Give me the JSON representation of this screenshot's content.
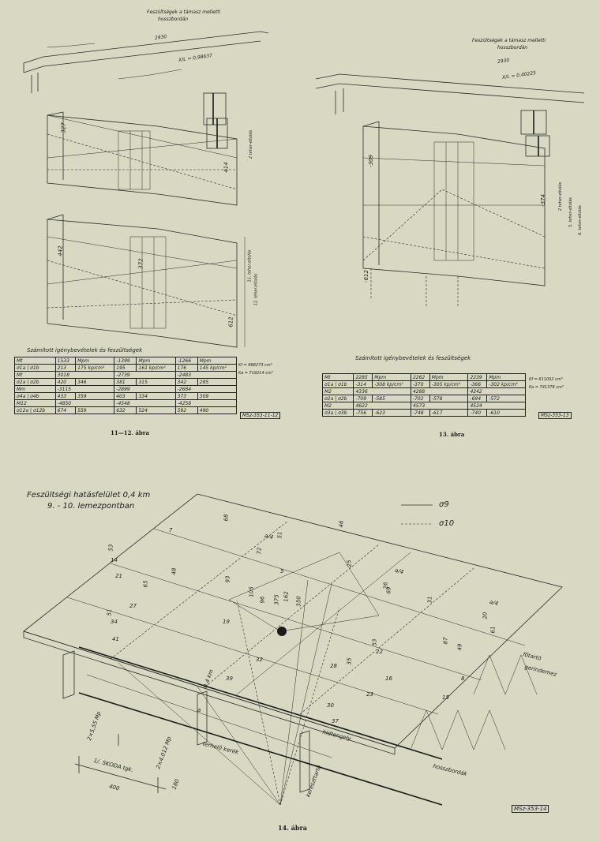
{
  "fig11_12": {
    "heading_l1": "Feszültségek a támasz melletti",
    "heading_l2": "hosszbordán",
    "span": "2930",
    "x_ratio": "X/L = 0,98637",
    "section_labels": [
      "2 teher-eltolás",
      "11. teher-eltolás",
      "12. teher-eltolás"
    ],
    "table_title": "Számított igénybevételek és feszültségek",
    "rows": [
      [
        "Mt",
        "1533",
        "Mpm",
        "-1399",
        "Mpm",
        "-1266",
        "Mpm"
      ],
      [
        "σ1a | σ1b",
        "213",
        "175 kp/cm²",
        "195",
        "161 kp/cm²",
        "176",
        "145 kp/cm²"
      ],
      [
        "Mt",
        "3018",
        "",
        "-2739",
        "",
        "-2483",
        ""
      ],
      [
        "σ2a | σ2b",
        "420",
        "346",
        "381",
        "315",
        "342",
        "285"
      ],
      [
        "Mm",
        "-3115",
        "",
        "-2899",
        "",
        "-2684",
        ""
      ],
      [
        "σ4a | σ4b",
        "433",
        "359",
        "403",
        "334",
        "373",
        "309"
      ],
      [
        "M12",
        "-4850",
        "",
        "-4548",
        "",
        "-4258",
        ""
      ],
      [
        "σ12a | σ12b",
        "674",
        "559",
        "632",
        "524",
        "592",
        "490"
      ]
    ],
    "k_values": [
      "Kf = 868273 cm³",
      "Ka = 719214 cm³"
    ],
    "ref": "MSz-353-11-12",
    "caption": "11—12. ábra"
  },
  "fig13": {
    "heading_l1": "Feszültségek a támasz melletti",
    "heading_l2": "hosszbordán",
    "span": "2930",
    "x_ratio": "X/L = 0,40225",
    "section_labels": [
      "2 teher-eltolás",
      "5. teher-eltolás",
      "6. teher-eltolás"
    ],
    "table_title": "Számított igénybevételek és feszültségek",
    "rows": [
      [
        "Mt",
        "2285",
        "Mpm",
        "2262",
        "Mpm",
        "2239",
        "Mpm"
      ],
      [
        "σ1a | σ1b",
        "-314",
        "-308 kp/cm²",
        "-370",
        "-305 kp/cm²",
        "-366",
        "-302 kp/cm²"
      ],
      [
        "M2",
        "4336",
        "",
        "4288",
        "",
        "4242",
        ""
      ],
      [
        "σ2a | σ2b",
        "-709",
        "-585",
        "-702",
        "-578",
        "-694",
        "-572"
      ],
      [
        "M2",
        "4622",
        "",
        "4573",
        "",
        "4524",
        ""
      ],
      [
        "σ3a | σ3b",
        "-756",
        "-623",
        "-748",
        "-617",
        "-740",
        "-610"
      ]
    ],
    "k_values": [
      "Kf = 611002 cm³",
      "Ka = 741378 cm³"
    ],
    "ref": "MSz-353-13",
    "caption": "13. ábra"
  },
  "fig14": {
    "title_l1": "Feszültségi hatásfelület 0,4 km",
    "title_l2": "9. - 10. lemezpontban",
    "legend": [
      {
        "symbol": "σ9",
        "style": "solid"
      },
      {
        "symbol": "σ10",
        "style": "dashed"
      }
    ],
    "labels": {
      "d04": "a/4",
      "span": "a",
      "dist": "0,4 km",
      "foterto": "főtartó",
      "szerindemez": "gerindemez",
      "hidtengely": "hídtengely",
      "kereszttarto": "kereszttartó",
      "hosszbordak": "hosszbordák",
      "terhelo": "terhelő kerék",
      "load1": "2×5,55 Mp",
      "load2": "2×4,012 Mp",
      "skoda": "1/. SKODA tgk.",
      "w400": "400",
      "w180": "180"
    },
    "points": [
      "7",
      "5",
      "14",
      "21",
      "27",
      "34",
      "41",
      "39",
      "37",
      "30",
      "23",
      "16",
      "8",
      "15",
      "22",
      "19",
      "32",
      "28"
    ],
    "values": [
      "53",
      "68",
      "48",
      "51",
      "65",
      "93",
      "46",
      "51",
      "105",
      "96",
      "375",
      "162",
      "350",
      "25",
      "26",
      "31",
      "20",
      "61",
      "87",
      "69",
      "49",
      "35",
      "53",
      "72"
    ],
    "ref": "MSz-353-14",
    "caption": "14. ábra"
  }
}
